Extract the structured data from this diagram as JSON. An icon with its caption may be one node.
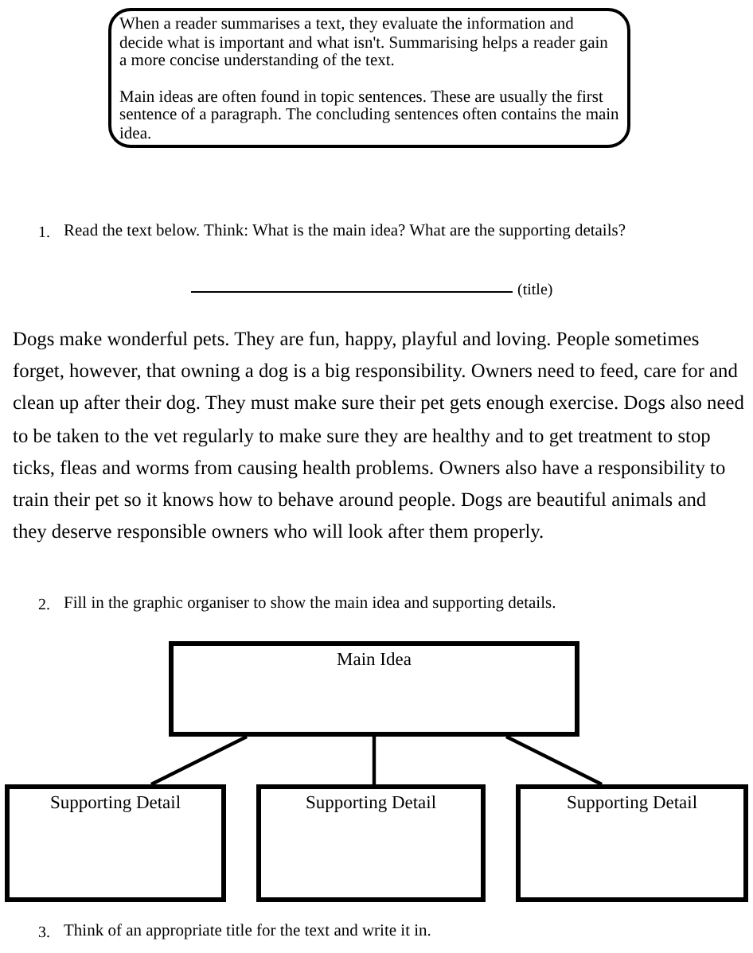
{
  "diagram": {
    "nodes": [
      {
        "text": [
          "When a reader summarises a text, they evaluate the information and decide what is important and what isn't. Summarising helps a reader gain a more concise understanding of the text.",
          "Main ideas are often found in topic sentences. These are usually the first sentence of a paragraph. The concluding sentences often contains the main idea."
        ]
      },
      {
        "text": [
          "Main Idea"
        ]
      },
      {
        "text": [
          "Supporting Detail"
        ]
      },
      {
        "text": [
          "Supporting Detail"
        ]
      },
      {
        "text": [
          "Supporting Detail"
        ]
      }
    ],
    "edges": [
      {
        "from": 1,
        "to": 2,
        "arrow": "none"
      },
      {
        "from": 1,
        "to": 3,
        "arrow": "none"
      },
      {
        "from": 1,
        "to": 4,
        "arrow": "none"
      }
    ],
    "labels": [
      "1.",
      "Read the text below. Think: What is the main idea? What are the supporting details?",
      "(title)",
      "Dogs make wonderful pets. They are fun, happy, playful and loving. People sometimes forget, however, that owning a dog is a big responsibility. Owners need to feed, care for and clean up after their dog. They must make sure their pet gets enough exercise. Dogs also need to be taken to the vet regularly to make sure they are healthy and to get treatment to stop ticks, fleas and worms from causing health problems. Owners also have a responsibility to train their pet so it knows how to behave around people. Dogs are beautiful animals and they deserve responsible owners who will look after them properly.",
      "2.",
      "Fill in the graphic organiser to show the main idea and supporting details.",
      "3.",
      "Think of an appropriate title for the text and write it in."
    ]
  }
}
